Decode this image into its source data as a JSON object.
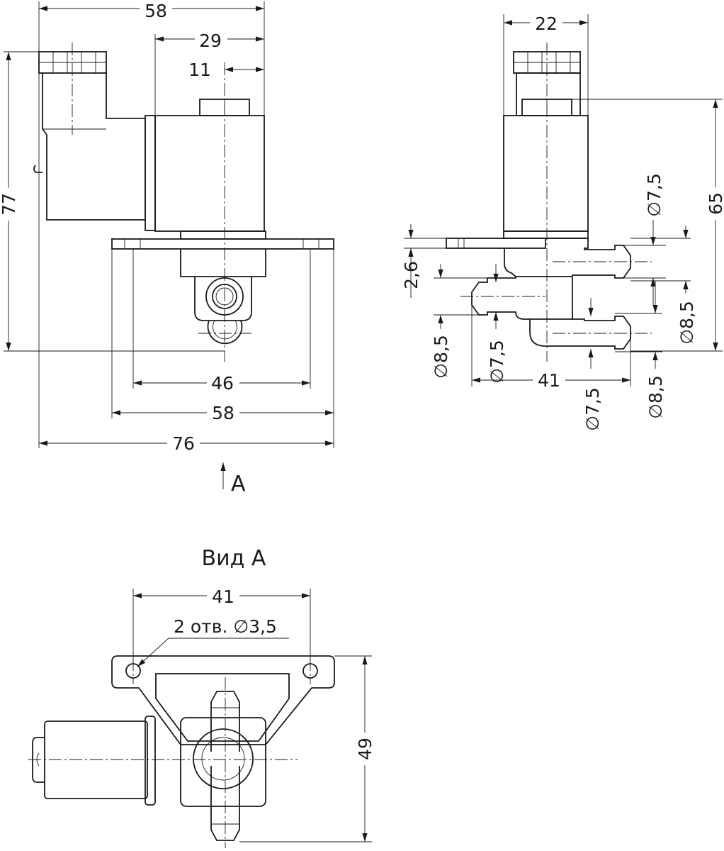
{
  "front_view": {
    "dims": {
      "top_58": "58",
      "top_29": "29",
      "top_11": "11",
      "height_77": "77",
      "bottom_46": "46",
      "bottom_58": "58",
      "bottom_76": "76"
    },
    "view_arrow_label": "A"
  },
  "side_view": {
    "dims": {
      "width_22": "22",
      "height_65": "65",
      "d_7_5_top": "∅7,5",
      "d_8_5_right_top": "∅8,5",
      "thick_2_6": "2,6",
      "d_8_5_left": "∅8,5",
      "d_7_5_left": "∅7,5",
      "len_41": "41",
      "d_7_5_bottom": "∅7,5",
      "d_8_5_bottom": "∅8,5"
    }
  },
  "view_a": {
    "title": "Вид А",
    "dims": {
      "width_41": "41",
      "holes": "2 отв. ∅3,5",
      "height_49": "49"
    }
  }
}
